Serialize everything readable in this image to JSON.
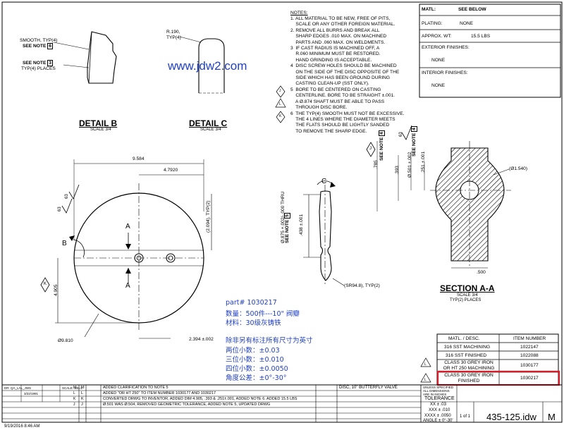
{
  "watermark": "www.jdw2.com",
  "detail_b": {
    "title": "DETAIL  B",
    "scale": "SCALE 3/4",
    "callout1_line1": "SMOOTH, TYP(4)",
    "callout1_line2": "SEE NOTE",
    "callout1_ref": "6",
    "callout2_line1": "SEE NOTE",
    "callout2_ref": "3",
    "callout2_line2": "TYP(4) PLACES"
  },
  "detail_c": {
    "title": "DETAIL  C",
    "scale": "SCALE 3/4",
    "callout_line1": "R.190,",
    "callout_line2": "TYP(4)"
  },
  "notes": {
    "title": "NOTES:",
    "lines": [
      "1. ALL MATERIAL TO BE NEW, FREE OF PITS,",
      "    SCALE OR ANY OTHER FOREIGN MATERIAL.",
      "2. REMOVE ALL BURRS AND BREAK ALL",
      "    SHARP EDGES .010 MAX. ON MACHINED",
      "    PARTS AND .060 MAX. ON WELDMENTS.",
      "3  IF CAST RADIUS IS MACHINED OFF, A",
      "    R.060 MINIMUM MUST BE RESTORED.",
      "    HAND GRINDING IS ACCEPTABLE.",
      "4  DISC SCREW HOLES SHOULD BE MACHINED",
      "    ON THE SIDE OF THE DISC OPPOSITE OF THE",
      "    SIDE WHICH HAS BEEN GROUND DURING",
      "    CASTING CLEAN-UP (SST ONLY).",
      "5  BORE TO BE CENTERED ON CASTING",
      "    CENTERLINE. BORE TO BE STRAIGHT ±.001.",
      "    A Ø.874 SHAFT MUST BE ABLE TO PASS",
      "    THROUGH DISC BORE.",
      "6  THE TYP(4) SMOOTH MUST NOT BE EXCESSIVE.",
      "    THE 4 LINES WHERE THE DIAMETER MEETS",
      "    THE FLATS SHOULD BE LIGHTLY SANDED",
      "    TO REMOVE THE SHARP EDGE."
    ],
    "flags": [
      "J",
      "L",
      "K"
    ]
  },
  "material": {
    "matl_label": "MATL:",
    "matl_value": "SEE BELOW",
    "plating_label": "PLATING:",
    "plating_value": "NONE",
    "weight_label": "APPROX. WT:",
    "weight_value": "15.5 LBS",
    "ext_label": "EXTERIOR FINISHES:",
    "ext_value": "NONE",
    "int_label": "INTERIOR FINISHES:",
    "int_value": "NONE"
  },
  "main_view": {
    "dim_width": "9.584",
    "dim_center": "4.7920",
    "dim_flat": "(2.094), TYP(2)",
    "dim_height": "4.905",
    "dim_offset": "2.394 ±.002",
    "dim_dia": "Ø9.810",
    "finish1": "63",
    "finish2": "63",
    "section_marks": [
      "A",
      "A"
    ],
    "detail_mark": "B",
    "flag": "K"
  },
  "side_view": {
    "bore": "Ø.875 +.002/-.000 THRU",
    "see_note": "SEE NOTE",
    "see_note_ref": "5",
    "dim_438": ".438 ±.001",
    "radius": "(SR94.8), TYP(2)",
    "detail_mark": "C"
  },
  "section_view": {
    "title": "SECTION A-A",
    "scale": "SCALE 3/4",
    "typ": "TYP(2) PLACES",
    "dims": [
      ".785",
      ".393",
      "Ø.501 ±.002",
      ".251 ±.001",
      "(Ø1.540)",
      ".500"
    ],
    "see_note1": "SEE NOTE",
    "see_note1_ref": "4",
    "see_note2": "SEE NOTE",
    "see_note2_ref": "4",
    "finish": "63",
    "flag": "J"
  },
  "annotation_cn": {
    "part": "part# 1030217",
    "qty": "数量：500件---10\" 阀瓣",
    "material": "材料：30级灰铸铁",
    "tol_title": "除非另有标注所有尺寸为英寸",
    "tol_lines": [
      "两位小数：±0.03",
      "三位小数：±0.010",
      "四位小数：±0.0050",
      "角度公差：±0°-30°"
    ]
  },
  "material_table": {
    "col1": "MATL. / DESC.",
    "col2": "ITEM NUMBER",
    "rows": [
      {
        "flag": "",
        "desc": "316 SST MACHINING",
        "item": "1022147"
      },
      {
        "flag": "",
        "desc": "316 SST FINISHED",
        "item": "1022088"
      },
      {
        "flag": "L",
        "desc": "CLASS 30 GREY IRON OR HT 250 MACHINING",
        "item": "1030177"
      },
      {
        "flag": "L",
        "desc": "CLASS 30 GREY IRON FINISHED",
        "item": "1030217"
      }
    ],
    "highlight_color": "#d9202a"
  },
  "revisions": [
    {
      "rev": "M",
      "desc": "ADDED CLARIFICATION TO NOTE 5"
    },
    {
      "rev": "L",
      "desc": "ADDED \"OR HT 250\" TO ITEM NUMBER 1030177 AND 1030217"
    },
    {
      "rev": "K",
      "desc": "CONVERTED DRWG TO INVENTOR, ADDED DIM 4.905, .393 & .251±.001, ADDED NOTE 6.  ADDED 15.5 LBS"
    },
    {
      "rev": "J",
      "desc": "Ø.501 WAS Ø.504, REMOVED GEOMETRIC TOLERANCE, ADDED NOTE 5, UPDATED DRWG"
    }
  ],
  "title_block": {
    "title": "DISC, 10\" BUTTERFLY VALVE",
    "tolerance_head": "TOLERANCE",
    "tol_xx": "XX ± .03",
    "tol_xxx": "XXX ± .010",
    "tol_xxxx": "XXXX ± .0050",
    "tol_angle": "ANGLE ± 0°-30'",
    "units": "UNLESS SPECIFIED ALL DIMENSIONS ARE IN INCHES",
    "sheet": "1 of 1",
    "drawing_no": "435-125.idw",
    "rev": "M",
    "left_cells": [
      "M",
      "L",
      "K",
      "J"
    ],
    "drawn_by": "DR: QA_LAL_JWS",
    "date": "3/22/1991",
    "scale_label": "SCALE: 3/8=1"
  },
  "timestamp": "9/19/2016 8:46 AM"
}
